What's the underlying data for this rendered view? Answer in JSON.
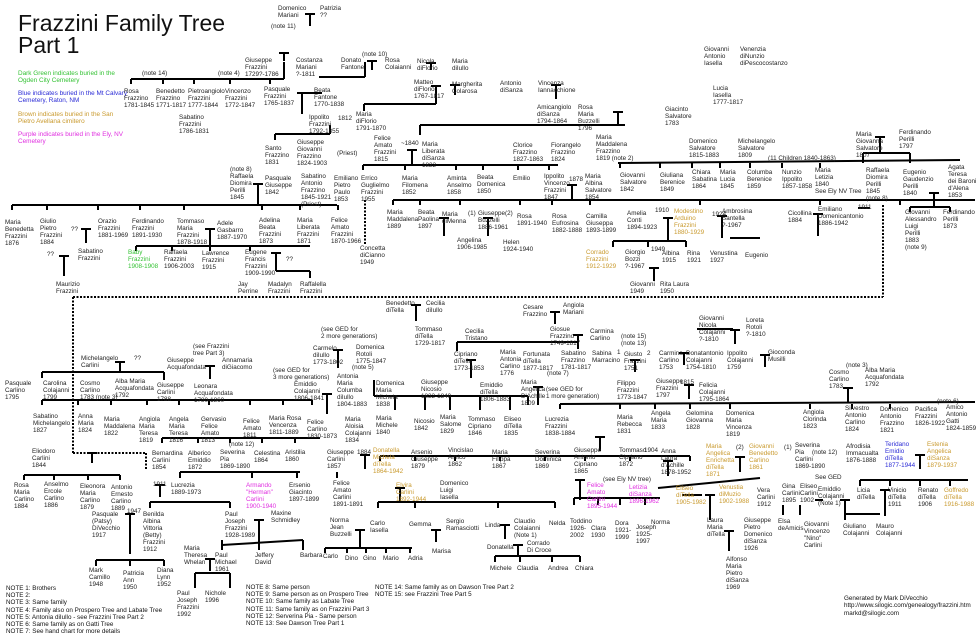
{
  "title": "Frazzini Family Tree\nPart 1",
  "legend": [
    {
      "text": "Dark Green indicates buried in the Ogden City Cemetery",
      "color": "#35c235"
    },
    {
      "text": "Blue indicates buried in the Mt Calvary Cemetery, Raton, NM",
      "color": "#2b2bd6"
    },
    {
      "text": "Brown indicates buried in the San Pietro Avellana cimitero",
      "color": "#c99a2e"
    },
    {
      "text": "Purple indicates buried in the Ely, NV Cemetery",
      "color": "#e030e0"
    }
  ],
  "entries": [
    {
      "t": "Domenico\nMariani"
    },
    {
      "t": "Patrizia\n??"
    },
    {
      "t": "(note 11)"
    },
    {
      "t": "Giuseppe\nFrazzini\n1729?-1786"
    },
    {
      "t": "Costanza\nMariani\n?-1811"
    },
    {
      "t": "(note 10)"
    },
    {
      "t": "Donato\nFantone"
    },
    {
      "t": "Rosa\nColaianni"
    },
    {
      "t": "Nicola\ndiFlorio"
    },
    {
      "t": "Maria\ndiIullo"
    },
    {
      "t": "(note 14)"
    },
    {
      "t": "(note 4)"
    },
    {
      "t": "Rosa\nFrazzino\n1781-1845"
    },
    {
      "t": "Benedetto\nFrazzino\n1771-1817"
    },
    {
      "t": "Pietroangiolo\nFrazzini\n1777-1844"
    },
    {
      "t": "Vincenzo\nFrazzini\n1772-1847"
    },
    {
      "t": "Pasquale\nFrazzini\n1765-1837"
    },
    {
      "t": "Beata\nFantone\n1770-1838"
    },
    {
      "t": "Matteo\ndiFlorio\n1767-1817"
    },
    {
      "t": "Margherita\nColarosa"
    },
    {
      "t": "Antonio\ndiSanza"
    },
    {
      "t": "Vincenza\nIannacchione"
    },
    {
      "t": "Amicangiolo\ndiSanza\n1794-1864"
    },
    {
      "t": "Rosa\nMaria\nBuzzelli\n1796"
    },
    {
      "t": "Sabatino\nFrazzini\n1786-1831"
    },
    {
      "t": "Ippolito\nFrazzini\n1792-1855"
    },
    {
      "t": "1812"
    },
    {
      "t": "Maria\ndiFlorio\n1791-1870"
    },
    {
      "t": "Giovanni\nAntonio\nIasella"
    },
    {
      "t": "Venenzia\ndiNunzio\ndiPescocostanzo"
    },
    {
      "t": "Lucia\nIasella\n1777-1817"
    },
    {
      "t": "Giacinto\nSalvatore\n1783"
    },
    {
      "t": "Santo\nFrazzino\n1831"
    },
    {
      "t": "Giuseppe\nGiovanni\nFrazzino\n1824-1903"
    },
    {
      "t": "(Priest)"
    },
    {
      "t": "Felice\nAmato\nFrazzini\n1815"
    },
    {
      "t": "~1840"
    },
    {
      "t": "Maria\nLiberata\ndiSanza\n1822"
    },
    {
      "t": "Clorice\nFrazzino\n1827-1863"
    },
    {
      "t": "Fiorangelo\nFrazzino\n1824"
    },
    {
      "t": "Maria\nMaddalena\nFrazzino\n1819 (note 2)"
    },
    {
      "t": "Domenico\nSalvatore\n1815-1883"
    },
    {
      "t": "Michelangelo\nSalvatore\n1809"
    },
    {
      "t": "Maria\nGiovanna\nSalvatore\n1807"
    },
    {
      "t": "Ferdinando\nPerilli\n1797"
    },
    {
      "t": "(note 8)"
    },
    {
      "t": "Raffaela\nDiomira\nPerilli\n1845"
    },
    {
      "t": "Pasquale\nGiuseppe\n1842"
    },
    {
      "t": "Sabatino\nAntonio\nFrazzino\n1845-1921\n(Priest)"
    },
    {
      "t": "Emiliano\nPietro\nPaulo\n1853"
    },
    {
      "t": "Errico\nGuglielmo\nFrazzini\n1955"
    },
    {
      "t": "Maria\nFilomena\n1852"
    },
    {
      "t": "Aminta\nAnselmo\n1858"
    },
    {
      "t": "Beata\nDomenica\n1850"
    },
    {
      "t": "Emilio"
    },
    {
      "t": "Ippolito\nVincenzo\nFrazzini\n1847"
    },
    {
      "t": "1878"
    },
    {
      "t": "Maria\nAlbina\nSalvatore\n1854"
    },
    {
      "t": "Giovanni\nSalvatore\n1842"
    },
    {
      "t": "Giuliana\nBerenice\n1849"
    },
    {
      "t": "Chiara\nSabatina\n1864"
    },
    {
      "t": "Maria\nLucia\n1845"
    },
    {
      "t": "Columba\nBerenice\n1859"
    },
    {
      "t": "Nunzio\nIppolito\n1857-1858"
    },
    {
      "t": "Maria\nLetizia\n1840\nSee Ely NV Tree"
    },
    {
      "t": "(11 Children 1840-1863)"
    },
    {
      "t": "Raffaela\nDiomira\nPerilli\n1845\n(note 8)"
    },
    {
      "t": "Eugenio\nGaudenzio\nPerilli\n1840"
    },
    {
      "t": "Agata\nTeresa\ndei Baroni\nd'Alena\n1853"
    },
    {
      "t": "Maria\nBenedetta\nFrazzini\n1876"
    },
    {
      "t": "Giulio\nPietro\nFrazzini\n1884"
    },
    {
      "t": "??"
    },
    {
      "t": "Sabatino\nFrazzini"
    },
    {
      "t": "??"
    },
    {
      "t": "Maurizio\nFrazzini"
    },
    {
      "t": "Orazio\nFrazzini\n1881-1969"
    },
    {
      "t": "Ferdinando\nFrazzini\n1891-1930"
    },
    {
      "t": "Tommaso\nMaria\nFrazzini\n1878-1918"
    },
    {
      "t": "Adele\nGasbarro\n1887-1970"
    },
    {
      "t": "Adelina\nBeata\nFrazzini\n1873"
    },
    {
      "t": "Maria\nLiberata\nFrazzini\n1871"
    },
    {
      "t": "Felice\nAmato\nFrazzini\n1870-1966"
    },
    {
      "t": "Baby\nFrazzini\n1908-1908",
      "c": "green"
    },
    {
      "t": "Raffaela\nFrazzini\n1906-2003"
    },
    {
      "t": "Lawrence\nFrazzini\n1915"
    },
    {
      "t": "Eugene\nFrancis\nFrazzini\n1909-1990"
    },
    {
      "t": "??"
    },
    {
      "t": "Jay\nPerrine"
    },
    {
      "t": "Madalyn\nFrazzini"
    },
    {
      "t": "Raffalella\nFrazzini"
    },
    {
      "t": "Concetta\ndiCianno\n1949"
    },
    {
      "t": "Maria\nMaddalena\n1889"
    },
    {
      "t": "Beata\nPaolina\n1897"
    },
    {
      "t": "Maria\ndiMenna"
    },
    {
      "t": "(1)"
    },
    {
      "t": "Giuseppe\nBuzzelli\n1886-1961"
    },
    {
      "t": "(2)"
    },
    {
      "t": "Rosa\n1891-1940"
    },
    {
      "t": "Angelina\n1906-1985"
    },
    {
      "t": "Helen\n1924-1940"
    },
    {
      "t": "Rosa\nEufrosina\n1882-1888"
    },
    {
      "t": "Camilla\nGiuseppa\n1893-1899"
    },
    {
      "t": "Amelia\nConti\n1894-1923"
    },
    {
      "t": "1910"
    },
    {
      "t": "Modestino\nArduino\nFrazzini\n1880-1929",
      "c": "brown"
    },
    {
      "t": "1924"
    },
    {
      "t": "Ambrosina\nSantella\n?-1967"
    },
    {
      "t": "Cicollina\n1884"
    },
    {
      "t": "Emiliano\nDomenicantonio\n1886-1942"
    },
    {
      "t": "1911"
    },
    {
      "t": "Giovanni\nAlessandro\nLuigi\nPerilli\n1883\n(note 9)"
    },
    {
      "t": "Ferdinando\nPerilli\n1873"
    },
    {
      "t": "Corrado\nFrazzini\n1912-1929",
      "c": "brown"
    },
    {
      "t": "Giorgio\nBozzi\n?-1967"
    },
    {
      "t": "1949"
    },
    {
      "t": "Albina\n1915"
    },
    {
      "t": "Rina\n1921"
    },
    {
      "t": "Venustina\n1927"
    },
    {
      "t": "Eugenio"
    },
    {
      "t": "Giovanni\n1949"
    },
    {
      "t": "Rita Laura\n1950"
    },
    {
      "t": "Benedetto\ndiTella"
    },
    {
      "t": "Cecilia\ndiIullo"
    },
    {
      "t": "Cesare\nFrazzino"
    },
    {
      "t": "Angiola\nMariani"
    },
    {
      "t": "Tommaso\ndiTella\n1729-1817"
    },
    {
      "t": "Cecilia\nTristano"
    },
    {
      "t": "Giosue\nFrazzino\n1749-1817"
    },
    {
      "t": "Carmina\nCarlino"
    },
    {
      "t": "(note 15)\n(note 13)"
    },
    {
      "t": "Giovanni\nNicola\nColajanni\n?-1810"
    },
    {
      "t": "Loreta\nRotoli\n?-1810"
    },
    {
      "t": "(see GED for\n2 more generations)"
    },
    {
      "t": "Carmelo\ndiIullo\n1773-1802"
    },
    {
      "t": "Domenica\nRotoli\n1775-1847"
    },
    {
      "t": "(note 5)"
    },
    {
      "t": "(see Frazzini\ntree Part 3)"
    },
    {
      "t": "Michelangelo\nCarlini"
    },
    {
      "t": "??"
    },
    {
      "t": "Giuseppe\nAcquafondata"
    },
    {
      "t": "Annamaria\ndiGiacomo"
    },
    {
      "t": "(see GED for\n3 more generations)"
    },
    {
      "t": "Cipriano\ndiTella\n1773-1853"
    },
    {
      "t": "Maria\nAntonia\nCarlino\n1776"
    },
    {
      "t": "Fortunata\ndiTella\n1877-1817"
    },
    {
      "t": "Sabatino\nFrazzino\n1781-1817"
    },
    {
      "t": "Sabina\nMarracino"
    },
    {
      "t": "1"
    },
    {
      "t": "Giusto\nFrazzini\n1751"
    },
    {
      "t": "2"
    },
    {
      "t": "Carmina\nCarlino\n1753"
    },
    {
      "t": "Donatantonio\nColajanni\n1754-1810"
    },
    {
      "t": "Ippolito\nColajanni\n1759"
    },
    {
      "t": "Gioconda\nMusilli"
    },
    {
      "t": "(note 7)"
    },
    {
      "t": "Pasquale\nCarlino\n1795"
    },
    {
      "t": "Carolina\nColajanni\n1799"
    },
    {
      "t": "Cosmo\nCarlino\n1783 (note 3)"
    },
    {
      "t": "Alba Maria\nAcquafondata\n1792"
    },
    {
      "t": "Giuseppe\nCarlini\n1788"
    },
    {
      "t": "Leonara\nAcquafondata\n1780-1860"
    },
    {
      "t": "Emiddio\nColajanni\n1806-1841"
    },
    {
      "t": "Antonia\nMaria\nColumba\ndiIullo\n1804-1883"
    },
    {
      "t": "Domenica\nMaria\nMichela\n1838"
    },
    {
      "t": "Giuseppe\nNicosio\n1832-1840"
    },
    {
      "t": "Emiddio\ndiTella\n1806-1883"
    },
    {
      "t": "Maria\nAngelica\nD'Achille\n1809"
    },
    {
      "t": "(see GED for\n1 more generation)"
    },
    {
      "t": "Filippo\nFrazzini\n1773-1847"
    },
    {
      "t": "Giuseppe\nFrazzini\n1797"
    },
    {
      "t": "1815"
    },
    {
      "t": "Felicia\nColajanni\n1795-1864"
    },
    {
      "t": "(note 3)"
    },
    {
      "t": "Cosmo\nCarlino\n1783"
    },
    {
      "t": "Alba Maria\nAcquafondata\n1792"
    },
    {
      "t": "Sabatino\nMichelangelo\n1827"
    },
    {
      "t": "Anna\nMaria\n1824"
    },
    {
      "t": "Maria\nMaddalena\n1822"
    },
    {
      "t": "Angiola\nMaria\nTeresa\n1819"
    },
    {
      "t": "Angela\nMaria\nTeresa\n1816"
    },
    {
      "t": "Gervasio\nFelice\nAmato\n1813"
    },
    {
      "t": "Felice\nAmato\n1811"
    },
    {
      "t": "Maria Rosa\nVencenza\n1811-1889"
    },
    {
      "t": "Felice\nCarlino\n1830-1873"
    },
    {
      "t": "Maria\nAloisia\nColajanni\n1834"
    },
    {
      "t": "Maria\nMichele\n1840"
    },
    {
      "t": "Nicosio\n1842"
    },
    {
      "t": "Maria\nSalome\n1829"
    },
    {
      "t": "Tommaso\nCipriano\n1846"
    },
    {
      "t": "Eliseo\ndiTella\n1835"
    },
    {
      "t": "Lucrezia\nFrazzini\n1838-1884"
    },
    {
      "t": "Maria\nRebecca\n1831"
    },
    {
      "t": "Angela\nMaria\n1833"
    },
    {
      "t": "Gelomina\nGiovanna\n1828"
    },
    {
      "t": "Domenica\nMaria\nVincenza\n1819"
    },
    {
      "t": "Angiola\nClorinda\n1823"
    },
    {
      "t": "Silvestro\nAntonio\nCarlino\n1824"
    },
    {
      "t": "Domenico\nAntonio\nFrazzino\n1821"
    },
    {
      "t": "(note 6)"
    },
    {
      "t": "Pacifica\nFrazzini\n1826-1922"
    },
    {
      "t": "Amico\nAntonio\nGatti\n1824-1859"
    },
    {
      "t": "Eliodoro\nCarlini\n1844"
    },
    {
      "t": "Bernardina\nCarlini\n1854"
    },
    {
      "t": "Alberico\nEmiddio\n1872"
    },
    {
      "t": "(note 12)"
    },
    {
      "t": "Severina\nPia\n1869-1890"
    },
    {
      "t": "Celestina\n1864"
    },
    {
      "t": "Aristilia\n1860"
    },
    {
      "t": "Giuseppe\nCarlini\n1857"
    },
    {
      "t": "1884"
    },
    {
      "t": "Donatella\nMichela\ndiTella\n1864-1942",
      "c": "brown"
    },
    {
      "t": "Arsenio\nGiuseppe\n1879"
    },
    {
      "t": "Vincislao\nAmico\n1862"
    },
    {
      "t": "Maria\nFilippa\n1867"
    },
    {
      "t": "Severina\nDominica\n1869"
    },
    {
      "t": "Giuseppe\nAntonio\nCipriano\n1865"
    },
    {
      "t": "Tommaso\nCipriano\n1872"
    },
    {
      "t": "1904"
    },
    {
      "t": "Anna\nLaura\nd'Achille\n1878-1952"
    },
    {
      "t": "Maria\nAngelica\nEnrichetta\ndiTella\n1871",
      "c": "brown"
    },
    {
      "t": "(2)"
    },
    {
      "t": "Giovanni\nBenedetto\nCarlino\n1861",
      "c": "brown"
    },
    {
      "t": "(1)"
    },
    {
      "t": "Severina\nPia\nCarlini\n1869-1890"
    },
    {
      "t": "(note 12)"
    },
    {
      "t": "Afrodisia\nImmacualta\n1876-1888"
    },
    {
      "t": "Teridano\nEmidio\ndiTella\n1877-1944",
      "c": "blue"
    },
    {
      "t": "Estenia\nAngelica\ndiSanza\n1879-1937",
      "c": "brown"
    },
    {
      "t": "Rosa\nMaria\nCarlino\n1884"
    },
    {
      "t": "Anselmo\nErcole\nCarlino\n1886"
    },
    {
      "t": "Eleonora\nMaria\nCarlino\n1879"
    },
    {
      "t": "Antonio\nErnesto\nCarlino\n1889"
    },
    {
      "t": "1911"
    },
    {
      "t": "Lucrezia\n1889-1973"
    },
    {
      "t": "Armando\n\"Herman\"\nCarlini\n1900-1940",
      "c": "purple"
    },
    {
      "t": "Ersenio\nGiacinto\n1897-1899"
    },
    {
      "t": "Felice\nAmato\nCarlini\n1891-1891"
    },
    {
      "t": "Elvira\nCarlini\n1892-1944",
      "c": "brown"
    },
    {
      "t": "Domenico\nLuigi\nIasella"
    },
    {
      "t": "(see Ely NV tree)"
    },
    {
      "t": "Felice\nAmato\nCarlini\n1895-1944",
      "c": "purple"
    },
    {
      "t": "Letizia\ndiSanza\n1896-1962",
      "c": "purple"
    },
    {
      "t": "Eliseo\ndiTella\n1905-1982",
      "c": "brown"
    },
    {
      "t": "Venustia\ndiMuzio\n1902-1988",
      "c": "brown"
    },
    {
      "t": "See GED"
    },
    {
      "t": "Vera\nCarlini\n1912"
    },
    {
      "t": "Gina\nCarlini\n1895"
    },
    {
      "t": "Eliseo\nCarlini\n1902"
    },
    {
      "t": "Emiddio\nColajanni\n(Note 1)"
    },
    {
      "t": "Licia\ndiTella"
    },
    {
      "t": "Vinicio\ndiTella\n1911"
    },
    {
      "t": "Renato\ndiTella\n1906"
    },
    {
      "t": "Goffredo\ndiTella\n1916-1988",
      "c": "brown"
    },
    {
      "t": "Pasquale\n(Patsy)\nDiVecchio\n1917"
    },
    {
      "t": "1947"
    },
    {
      "t": "Benilda\nAlbina\nVittoria\n(Betty)\nFrazzini\n1912"
    },
    {
      "t": "Paul\nJoseph\nFrazzini\n1928-1989"
    },
    {
      "t": "Maxine\nSchmidley"
    },
    {
      "t": "Norma\nJean\nBuzzelli"
    },
    {
      "t": "Carlo\nIasella"
    },
    {
      "t": "Gemma"
    },
    {
      "t": "Sergio\nRamasciotti"
    },
    {
      "t": "Linda"
    },
    {
      "t": "Claudio\nColaianni\n(Note 1)"
    },
    {
      "t": "Nelda"
    },
    {
      "t": "Toddino\n1926-\n2002"
    },
    {
      "t": "Clara\n1930"
    },
    {
      "t": "Dora\n1921-\n1999"
    },
    {
      "t": "Joseph\n1925-\n1997"
    },
    {
      "t": "Norma"
    },
    {
      "t": "Laura\nMaria\ndiTella"
    },
    {
      "t": "Giuseppe\nPietro\nDomenico\ndiSanza\n1926"
    },
    {
      "t": "Elsa\ndeAmicis"
    },
    {
      "t": "Giovanni\nVincenzo\n\"Nino\"\nCarlini"
    },
    {
      "t": "Giuliano\nColajanni"
    },
    {
      "t": "Mauro\nColajanni"
    },
    {
      "t": "Maria\nTheresa\nWhelan"
    },
    {
      "t": "Paul\nMichael\n1961"
    },
    {
      "t": "Jeffery\nDavid"
    },
    {
      "t": "Barbara"
    },
    {
      "t": "Carlo"
    },
    {
      "t": "Dino"
    },
    {
      "t": "Gino"
    },
    {
      "t": "Mario"
    },
    {
      "t": "Adria"
    },
    {
      "t": "Marisa"
    },
    {
      "t": "Donatella"
    },
    {
      "t": "Corrado\nDi Croce"
    },
    {
      "t": "Michele"
    },
    {
      "t": "Claudia"
    },
    {
      "t": "Andrea"
    },
    {
      "t": "Chiara"
    },
    {
      "t": "Mark\nCamillo\n1948"
    },
    {
      "t": "Patricia\nAnn\n1950"
    },
    {
      "t": "Diana\nLynn\n1952"
    },
    {
      "t": "Paul\nJoseph\nFrazzini\n1992"
    },
    {
      "t": "Nichole\n1996"
    },
    {
      "t": "Alfonso\nMaria\nPietro\ndiSanza\n1969"
    }
  ],
  "notes_left": "NOTE 1: Brothers\nNOTE 2:\nNOTE 3: Same family\nNOTE 4: Family also on Prospero Tree and Labate Tree\nNOTE 5: Antonia diIullo - see Frazzini Tree Part 2\nNOTE 6: Same family as on Gatti Tree\nNOTE 7: See hand chart for more details",
  "notes_mid": "NOTE 8: Same person\nNOTE 9: Same person as on Prospero Tree\nNOTE 10: Same family as Labate Tree\nNOTE 11: Same family as on Frazzini Part 3\nNOTE 12: Serverina Pia - Same person\nNOTE 13: See Dawson Tree Part 1",
  "notes_right": "NOTE 14: Same family as on Dawson Tree Part 2\nNOTE 15: see Frazzini Tree Part 5",
  "credits": {
    "line1": "Generated by Mark DiVecchio",
    "line2": "http://www.silogic.com/genealogy/frazzini.htm",
    "line3": "markd@silogic.com"
  }
}
